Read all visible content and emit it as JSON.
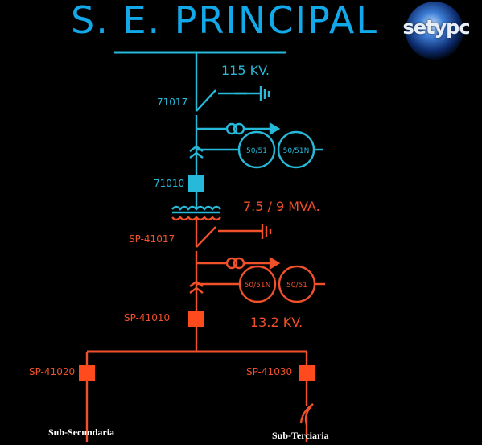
{
  "title": "S. E. PRINCIPAL",
  "logo": {
    "text": "setypc"
  },
  "labels": {
    "voltage_high": "115 KV.",
    "sw_71017": "71017",
    "brk_71010": "71010",
    "capacity": "7.5 / 9 MVA.",
    "sw_sp41017": "SP-41017",
    "brk_sp41010": "SP-41010",
    "voltage_low": "13.2 KV.",
    "brk_sp41020": "SP-41020",
    "brk_sp41030": "SP-41030",
    "feeder_left": "Sub-Secundaria",
    "feeder_right": "Sub-Terciaria"
  },
  "relays": {
    "high_1": "50/51",
    "high_2": "50/51N",
    "low_1": "50/51N",
    "low_2": "50/51"
  },
  "colors": {
    "high_side": "#27b9d9",
    "low_side": "#f0512a",
    "title": "#12a9ea"
  }
}
